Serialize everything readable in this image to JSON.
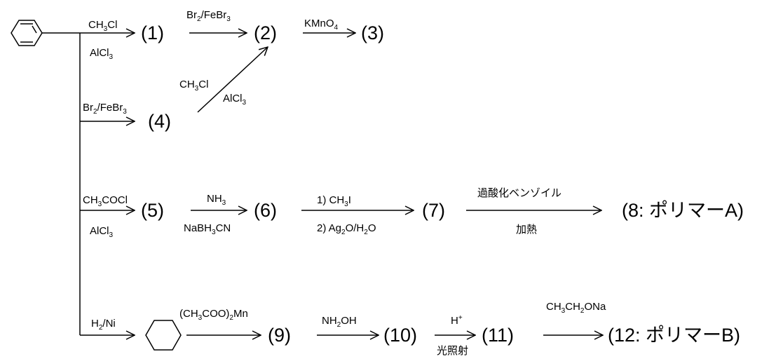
{
  "labels": {
    "c1": "(1)",
    "c2": "(2)",
    "c3": "(3)",
    "c4": "(4)",
    "c5": "(5)",
    "c6": "(6)",
    "c7": "(7)",
    "c8": "(8: ポリマーA)",
    "c9": "(9)",
    "c10": "(10)",
    "c11": "(11)",
    "c12": "(12: ポリマーB)"
  },
  "reagents": {
    "r1_top_main": "CH",
    "r1_top_sub": "3",
    "r1_top_tail": "Cl",
    "r1_bot_main": "AlCl",
    "r1_bot_sub": "3",
    "r2_top_a": "Br",
    "r2_top_a_sub": "2",
    "r2_top_b": "/FeBr",
    "r2_top_b_sub": "3",
    "r3_top_main": "KMnO",
    "r3_top_sub": "4",
    "r4_top_a": "Br",
    "r4_top_a_sub": "2",
    "r4_top_b": "/FeBr",
    "r4_top_b_sub": "3",
    "r4d_top_main": "CH",
    "r4d_top_sub": "3",
    "r4d_top_tail": "Cl",
    "r4d_bot_main": "AlCl",
    "r4d_bot_sub": "3",
    "r5_top_main": "CH",
    "r5_top_sub": "3",
    "r5_top_tail": "COCl",
    "r5_bot_main": "AlCl",
    "r5_bot_sub": "3",
    "r6_top_main": "NH",
    "r6_top_sub": "3",
    "r6_bot_a": "NaBH",
    "r6_bot_sub": "3",
    "r6_bot_tail": "CN",
    "r7_top_main": "1) CH",
    "r7_top_sub": "3",
    "r7_top_tail": "I",
    "r7_bot_a": "2) Ag",
    "r7_bot_a_sub": "2",
    "r7_bot_b": "O/H",
    "r7_bot_b_sub": "2",
    "r7_bot_c": "O",
    "r8_top": "過酸化ベンゾイル",
    "r8_bot": "加熱",
    "r9b_top_main": "H",
    "r9b_top_sub": "2",
    "r9b_top_tail": "/Ni",
    "r9_top_a": "(CH",
    "r9_top_a_sub": "3",
    "r9_top_b": "COO)",
    "r9_top_b_sub": "2",
    "r9_top_c": "Mn",
    "r10_top_main": "NH",
    "r10_top_sub": "2",
    "r10_top_tail": "OH",
    "r11_top_main": "H",
    "r11_top_sup": "+",
    "r11_bot": "光照射",
    "r12_top_a": "CH",
    "r12_top_a_sub": "3",
    "r12_top_b": "CH",
    "r12_top_b_sub": "2",
    "r12_top_c": "ONa"
  }
}
